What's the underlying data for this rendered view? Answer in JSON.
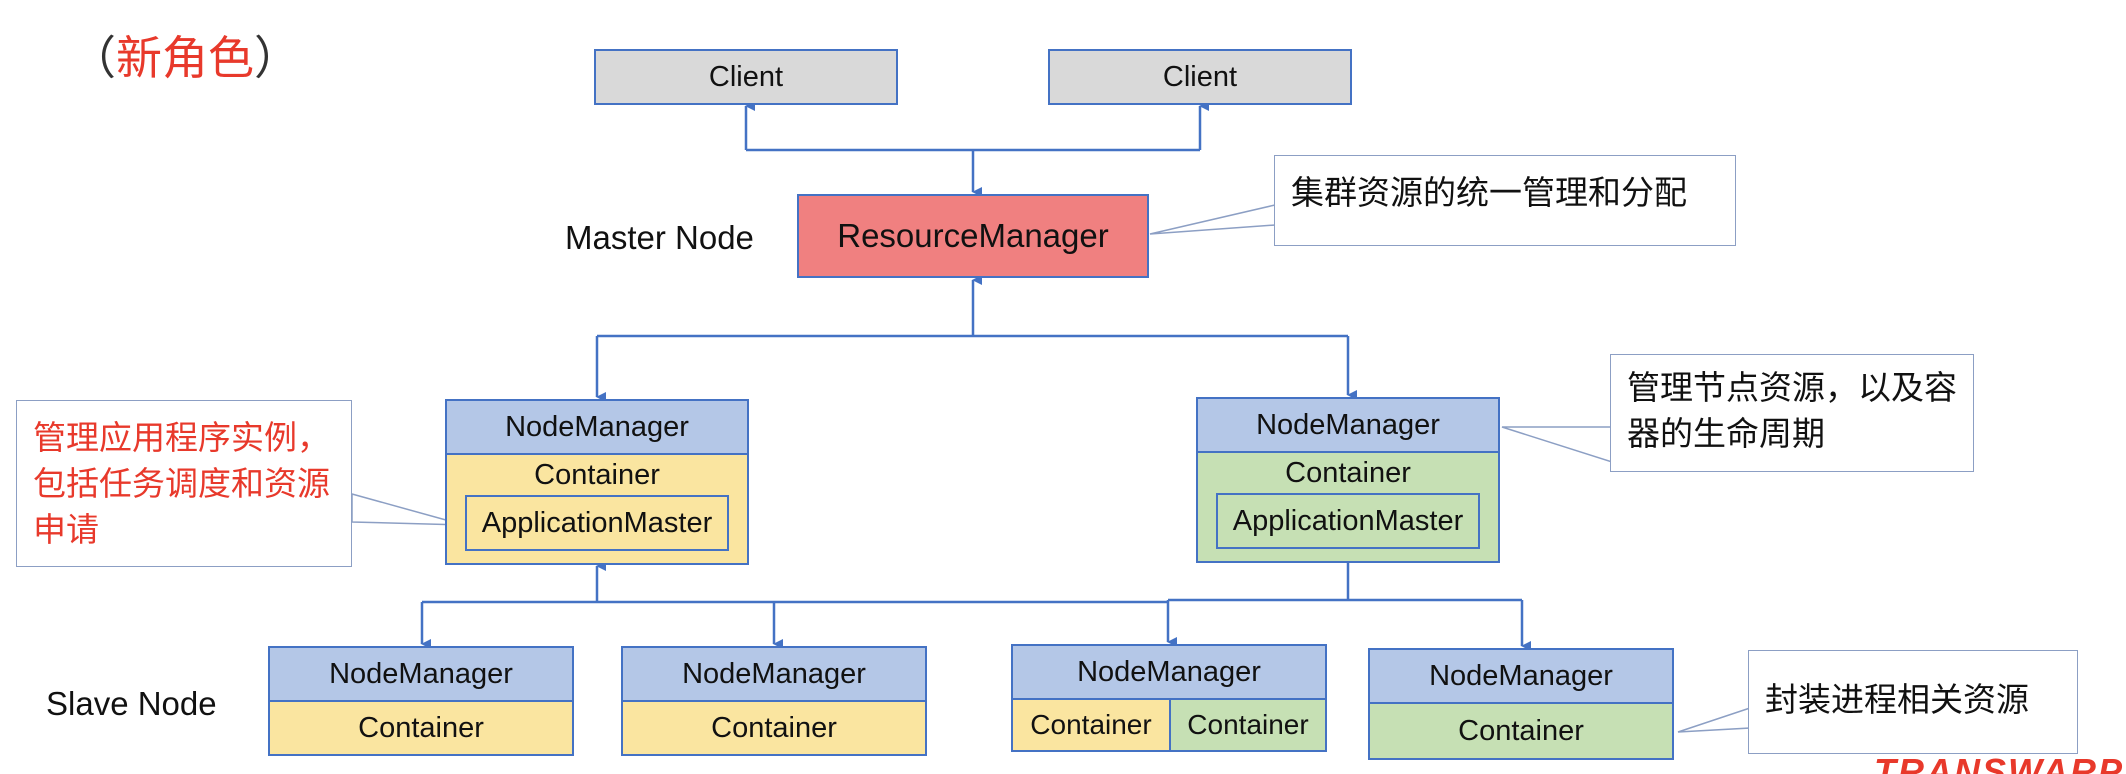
{
  "title": {
    "open": "（",
    "text": "新角色",
    "close": "）"
  },
  "clients": [
    "Client",
    "Client"
  ],
  "master": {
    "label": "Master Node",
    "rm": "ResourceManager"
  },
  "slave_label": "Slave Node",
  "callouts": {
    "rm": "集群资源的统一管理和分配",
    "am": "管理应用程序实例，包括任务调度和资源申请",
    "nm": "管理节点资源，以及容器的生命周期",
    "container": "封装进程相关资源"
  },
  "node_manager": "NodeManager",
  "container": "Container",
  "app_master": "ApplicationMaster",
  "logo": "TRANSWARP",
  "colors": {
    "line": "#4472c4",
    "rm": "#f08080",
    "nm": "#b4c7e7",
    "yellow": "#fae5a0",
    "green": "#c6e0b4",
    "client": "#d9d9d9",
    "accent": "#e8392b"
  }
}
